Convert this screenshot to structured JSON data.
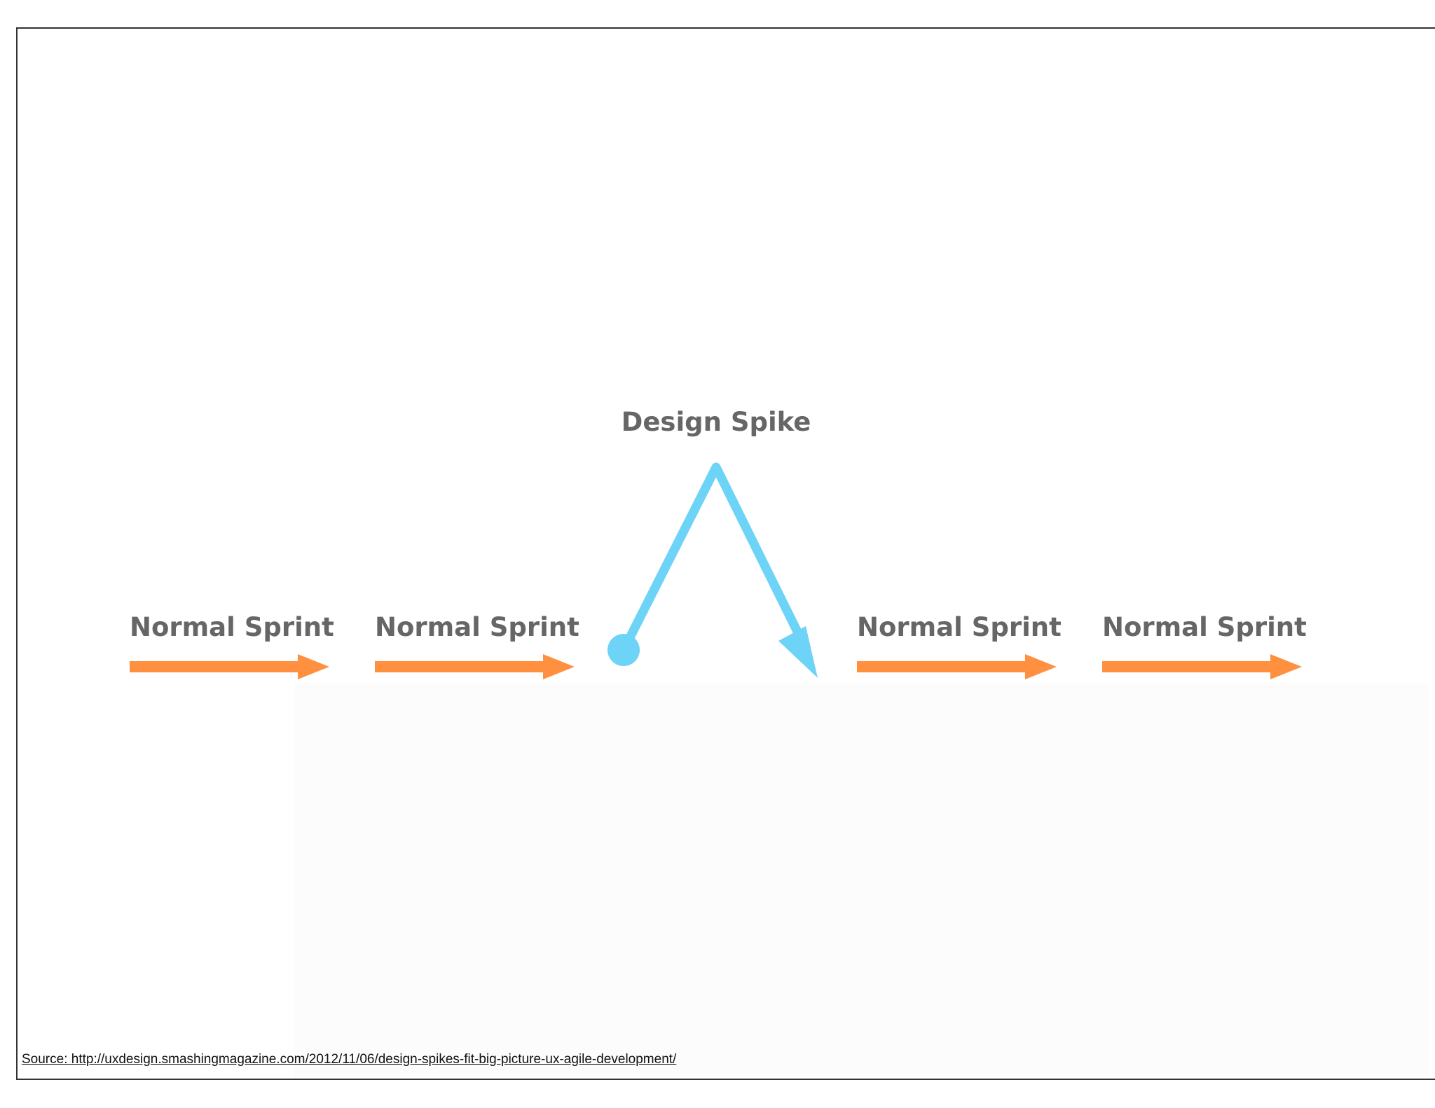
{
  "diagram": {
    "spike_label": "Design Spike",
    "sprints": [
      {
        "label": "Normal Sprint"
      },
      {
        "label": "Normal Sprint"
      },
      {
        "label": "Normal Sprint"
      },
      {
        "label": "Normal Sprint"
      }
    ],
    "colors": {
      "sprint_arrow": "#FF9040",
      "spike_arrow": "#6DD3F7",
      "label_text": "#666666"
    }
  },
  "footer": {
    "source_text": "Source: http://uxdesign.smashingmagazine.com/2012/11/06/design-spikes-fit-big-picture-ux-agile-development/"
  }
}
